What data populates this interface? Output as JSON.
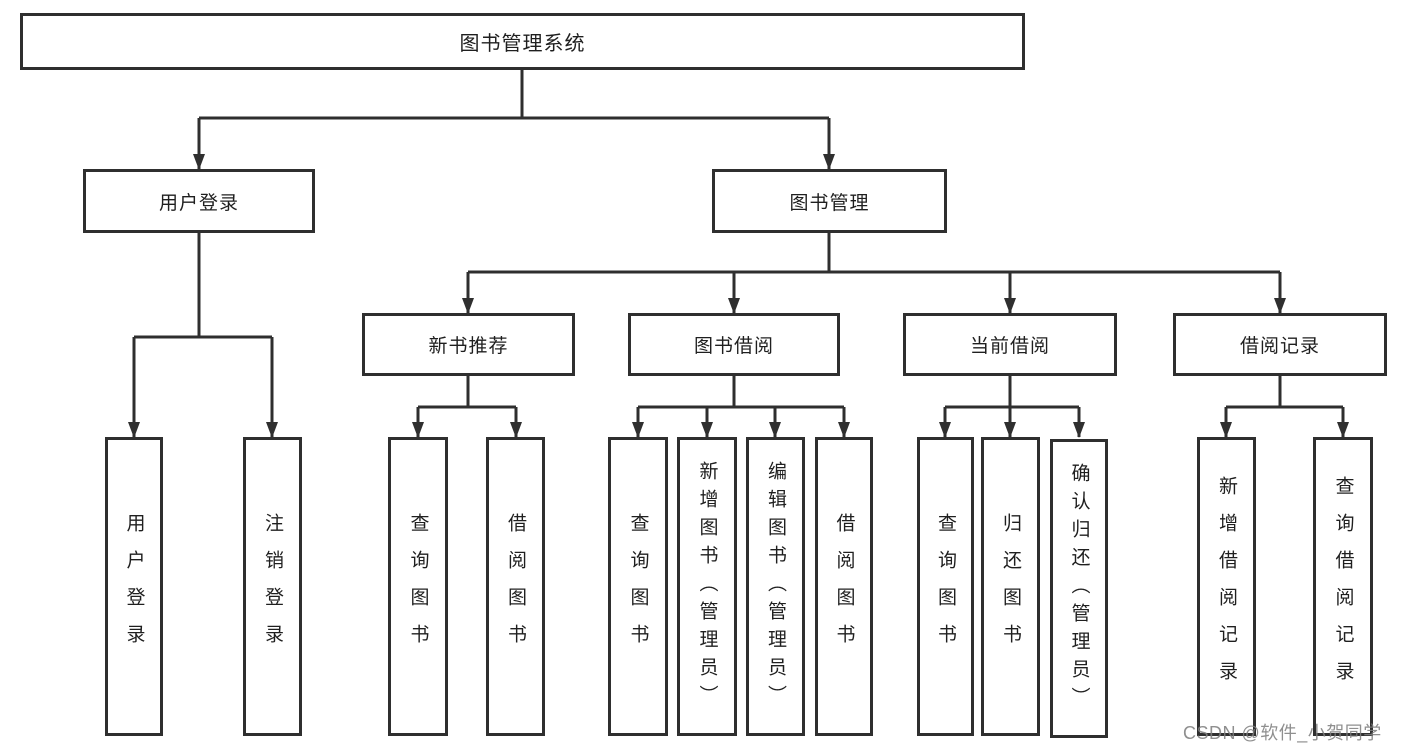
{
  "root": {
    "label": "图书管理系统"
  },
  "user_branch": {
    "label": "用户登录",
    "children": [
      "用户登录",
      "注销登录"
    ]
  },
  "book_branch": {
    "label": "图书管理"
  },
  "modules": [
    {
      "label": "新书推荐",
      "children": [
        "查询图书",
        "借阅图书"
      ]
    },
    {
      "label": "图书借阅",
      "children": [
        "查询图书",
        "新增图书（管理员）",
        "编辑图书（管理员）",
        "借阅图书"
      ]
    },
    {
      "label": "当前借阅",
      "children": [
        "查询图书",
        "归还图书",
        "确认归还（管理员）"
      ]
    },
    {
      "label": "借阅记录",
      "children": [
        "新增借阅记录",
        "查询借阅记录"
      ]
    }
  ],
  "watermark": {
    "text": "CSDN @软件_小贺同学"
  },
  "colors": {
    "line": "#2f2f2f",
    "text": "#1f1f1f",
    "watermark": "#808080",
    "background": "#ffffff"
  }
}
